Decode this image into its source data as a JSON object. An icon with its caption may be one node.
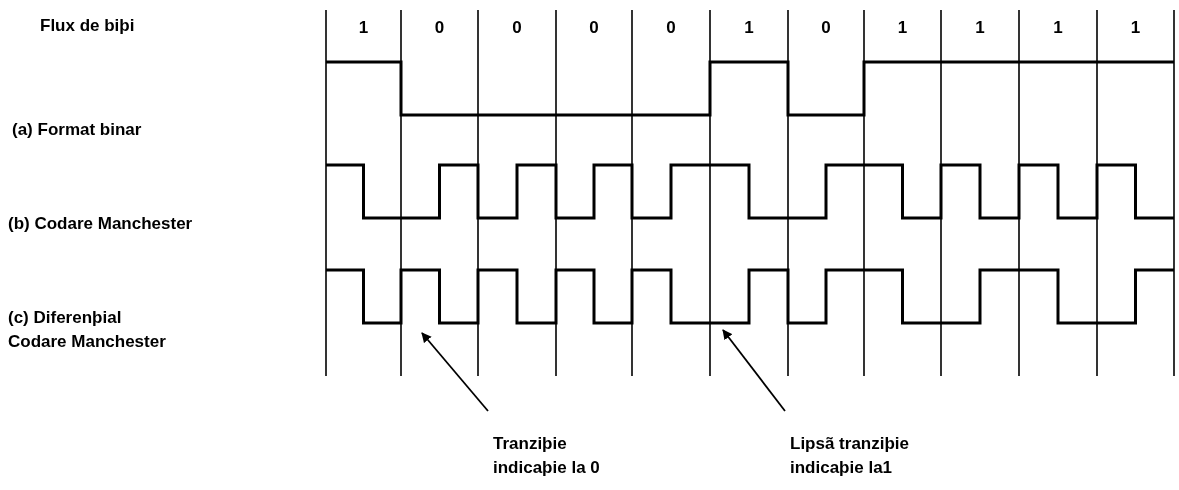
{
  "diagram": {
    "nodes": [
      {
        "text": [
          "Tranziþie indicaþie la 0"
        ]
      },
      {
        "text": [
          "Lipsã tranziþie indicaþie la1"
        ]
      },
      {
        "text": [],
        "shape": "waveform"
      }
    ],
    "edges": [
      {
        "from": 0,
        "to": 2,
        "arrow": "to"
      },
      {
        "from": 1,
        "to": 2,
        "arrow": "to"
      }
    ],
    "labels": [
      "Flux de biþi",
      "1",
      "0",
      "0",
      "0",
      "0",
      "1",
      "0",
      "1",
      "1",
      "1",
      "1",
      "(a) Format binar",
      "(b) Codare Manchester",
      "(c) Diferenþial Codare Manchester"
    ]
  }
}
